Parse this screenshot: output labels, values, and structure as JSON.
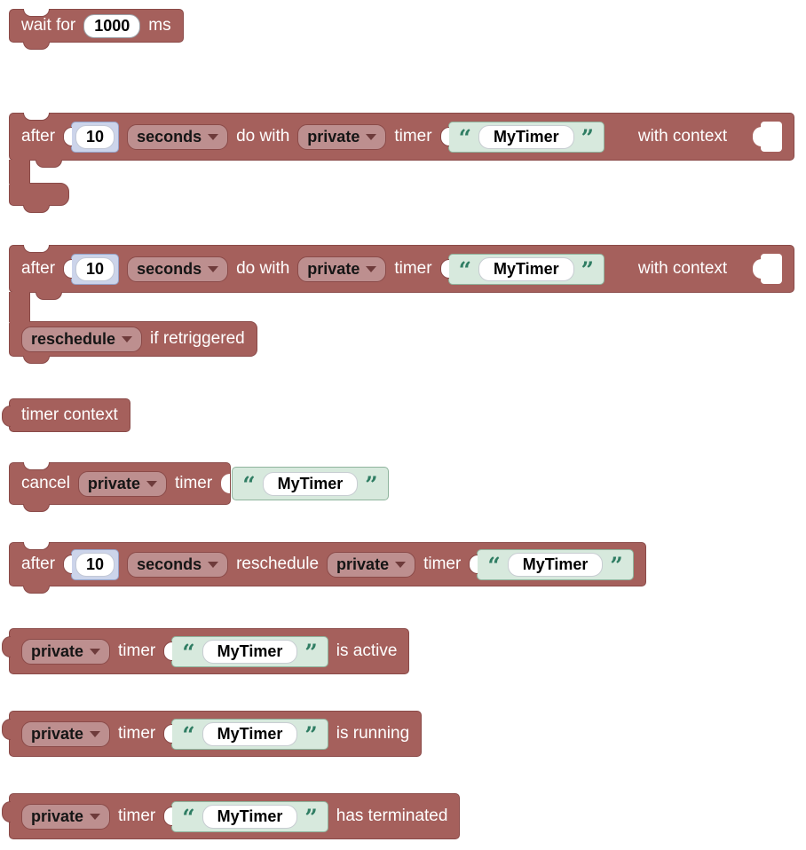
{
  "palette": {
    "block_fill": "#a5605c",
    "block_border": "#8a4a48",
    "dropdown_fill": "#bd8f8f",
    "number_shadow_fill": "#ccd4ea",
    "number_shadow_border": "#95a3c9",
    "string_shadow_fill": "#d7e9dd",
    "string_shadow_border": "#8fb49d",
    "quote_color": "#2f7d63"
  },
  "quote_open": "“",
  "quote_close": "”",
  "blocks": {
    "wait": {
      "label_prefix": "wait for",
      "duration": "1000",
      "label_suffix": "ms"
    },
    "after_do": {
      "label_after": "after",
      "delay": "10",
      "unit": "seconds",
      "label_do_with": "do with",
      "scope": "private",
      "label_timer": "timer",
      "timer_name": "MyTimer",
      "label_with_context": "with context"
    },
    "after_do_retrigger": {
      "label_after": "after",
      "delay": "10",
      "unit": "seconds",
      "label_do_with": "do with",
      "scope": "private",
      "label_timer": "timer",
      "timer_name": "MyTimer",
      "label_with_context": "with context",
      "retrigger_policy": "reschedule",
      "label_if_retriggered": "if retriggered"
    },
    "timer_context": {
      "label": "timer context"
    },
    "cancel_timer": {
      "label_cancel": "cancel",
      "scope": "private",
      "label_timer": "timer",
      "timer_name": "MyTimer"
    },
    "after_reschedule": {
      "label_after": "after",
      "delay": "10",
      "unit": "seconds",
      "label_reschedule": "reschedule",
      "scope": "private",
      "label_timer": "timer",
      "timer_name": "MyTimer"
    },
    "timer_is_active": {
      "scope": "private",
      "label_timer": "timer",
      "timer_name": "MyTimer",
      "label_state": "is active"
    },
    "timer_is_running": {
      "scope": "private",
      "label_timer": "timer",
      "timer_name": "MyTimer",
      "label_state": "is running"
    },
    "timer_has_terminated": {
      "scope": "private",
      "label_timer": "timer",
      "timer_name": "MyTimer",
      "label_state": "has terminated"
    }
  }
}
